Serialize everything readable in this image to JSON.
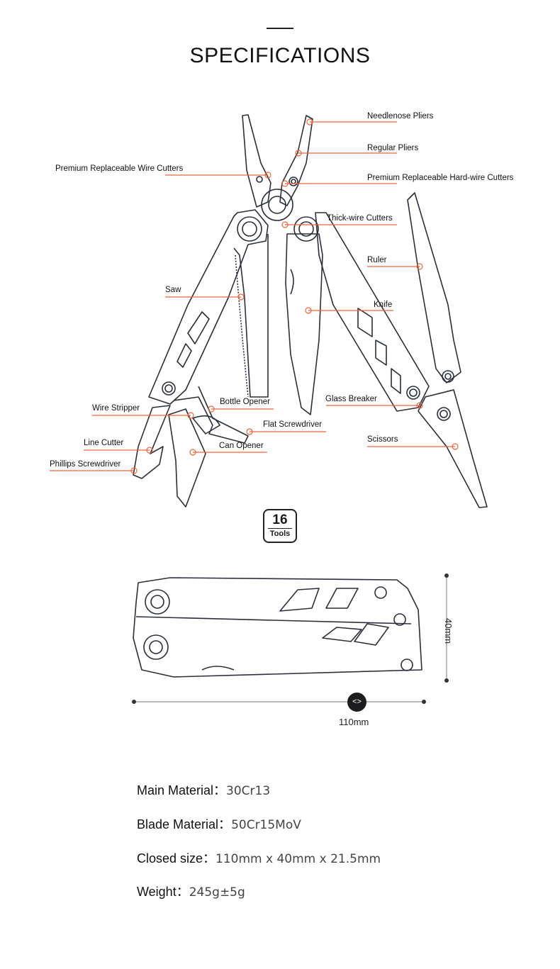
{
  "header": {
    "title": "SPECIFICATIONS"
  },
  "accent_color": "#f0643c",
  "outline_color": "#2a2f3a",
  "callouts": {
    "needlenose": "Needlenose Pliers",
    "regular": "Regular Pliers",
    "hardwire": "Premium Replaceable Hard-wire Cutters",
    "thickwire": "Thick-wire Cutters",
    "ruler": "Ruler",
    "knife": "Knife",
    "glass": "Glass Breaker",
    "scissors": "Scissors",
    "wirecutters": "Premium Replaceable Wire Cutters",
    "saw": "Saw",
    "bottle": "Bottle Opener",
    "stripper": "Wire Stripper",
    "flat": "Flat Screwdriver",
    "line": "Line Cutter",
    "can": "Can Opener",
    "phillips": "Phillips Screwdriver"
  },
  "badge": {
    "count": "16",
    "label": "Tools"
  },
  "dimensions": {
    "height": "40mm",
    "width": "110mm"
  },
  "specs": [
    {
      "label": "Main Material：",
      "value": "30Cr13"
    },
    {
      "label": "Blade Material：",
      "value": "50Cr15MoV"
    },
    {
      "label": "Closed size：",
      "value": "110mm x 40mm x 21.5mm"
    },
    {
      "label": "Weight：",
      "value": "245g±5g"
    }
  ]
}
